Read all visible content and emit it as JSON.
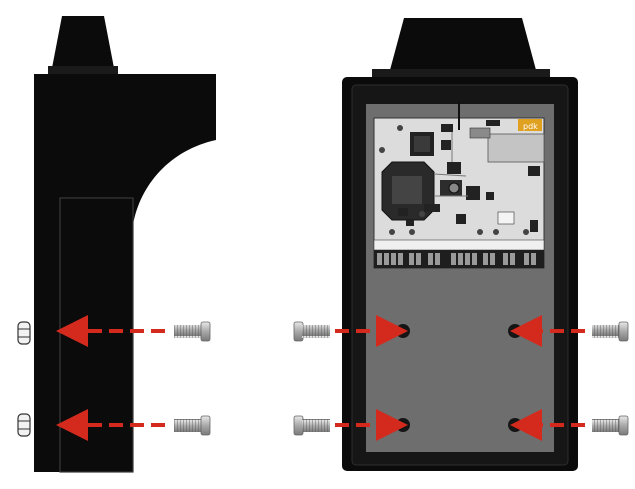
{
  "diagram": {
    "brand_logo_text": "pdk",
    "colors": {
      "housing": "#0b0b0b",
      "housing_outline": "#2a2a2a",
      "backplate": "#6e6e6e",
      "pcb": "#d9d9d9",
      "arrow": "#d42a1e",
      "screw": "#b8b8b8"
    },
    "views": [
      {
        "name": "side-view",
        "screws": 2,
        "arrow_direction": "left"
      },
      {
        "name": "front-view",
        "screws": 4,
        "arrow_direction": "inward"
      }
    ]
  }
}
